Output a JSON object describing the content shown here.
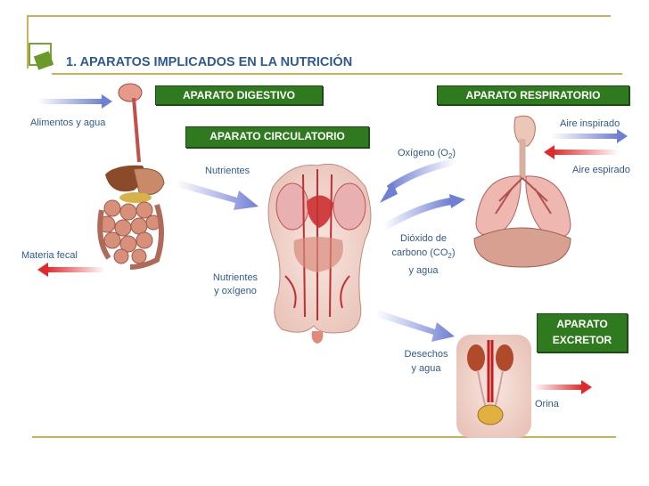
{
  "title": "1. APARATOS IMPLICADOS EN LA NUTRICIÓN",
  "boxes": {
    "digestivo": "APARATO DIGESTIVO",
    "respiratorio": "APARATO RESPIRATORIO",
    "circulatorio": "APARATO CIRCULATORIO",
    "excretor_line1": "APARATO",
    "excretor_line2": "EXCRETOR"
  },
  "labels": {
    "alimentos": "Alimentos y agua",
    "materia_fecal": "Materia fecal",
    "nutrientes": "Nutrientes",
    "nutrientes_oxigeno_1": "Nutrientes",
    "nutrientes_oxigeno_2": "y oxígeno",
    "oxigeno_text": "Oxígeno (O",
    "oxigeno_sub": "2",
    "oxigeno_close": ")",
    "dioxido_1": "Dióxido de",
    "dioxido_2_text": "carbono (CO",
    "dioxido_2_sub": "2",
    "dioxido_2_close": ")",
    "dioxido_3": "y agua",
    "aire_inspirado": "Aire inspirado",
    "aire_espirado": "Aire espirado",
    "desechos_1": "Desechos",
    "desechos_2": "y agua",
    "orina": "Orina"
  },
  "colors": {
    "accent_green": "#2f7a1f",
    "title_blue": "#2f5a8f",
    "rule_olive": "#c9b25a",
    "arrow_blue": "#7a86d6",
    "arrow_red": "#e03030"
  }
}
